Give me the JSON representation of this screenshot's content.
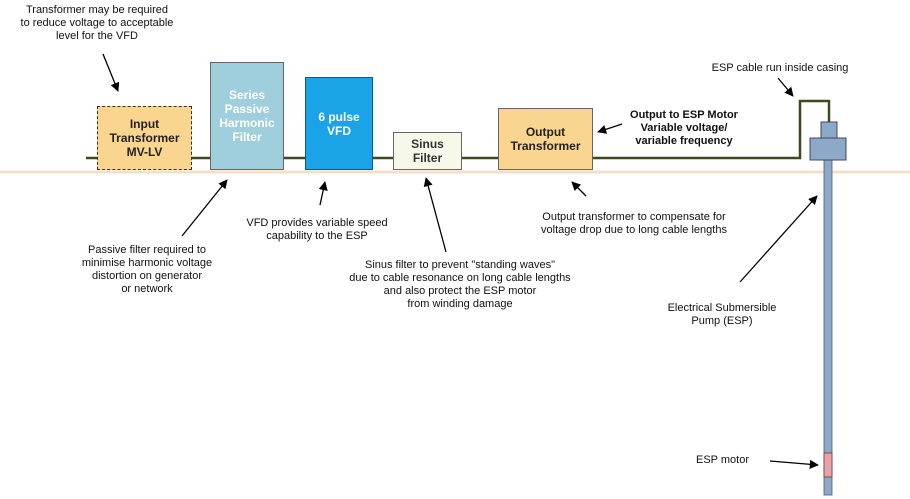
{
  "boxes": {
    "input_transformer": "Input\nTransformer\nMV-LV",
    "series_filter": "Series\nPassive\nHarmonic\nFilter",
    "vfd": "6 pulse\nVFD",
    "sinus_filter": "Sinus\nFilter",
    "output_transformer": "Output\nTransformer"
  },
  "annotations": {
    "transformer_note": "Transformer may be required\nto reduce voltage to acceptable\nlevel for the VFD",
    "passive_filter_note": "Passive filter required to\nminimise harmonic voltage\ndistortion on generator\nor network",
    "vfd_note": "VFD provides variable speed\ncapability to the ESP",
    "sinus_note": "Sinus filter to prevent \"standing waves\"\ndue to cable resonance on long cable lengths\nand also protect the ESP motor\nfrom winding damage",
    "output_note": "Output to ESP Motor\nVariable voltage/\nvariable frequency",
    "output_tx_note": "Output transformer to compensate for\nvoltage drop due to long cable lengths",
    "cable_note": "ESP cable run inside casing",
    "esp_note": "Electrical Submersible\nPump (ESP)",
    "motor_note": "ESP motor"
  },
  "colors": {
    "orange_box": "#fad590",
    "series_filter_box": "#9fcfdc",
    "vfd_box": "#1aa3e6",
    "sinus_box": "#f6f9ea",
    "cable": "#3d4a1f",
    "casing": "#8ea8c8",
    "motor": "#e8a3a8",
    "ground": "#f6dfc7"
  }
}
